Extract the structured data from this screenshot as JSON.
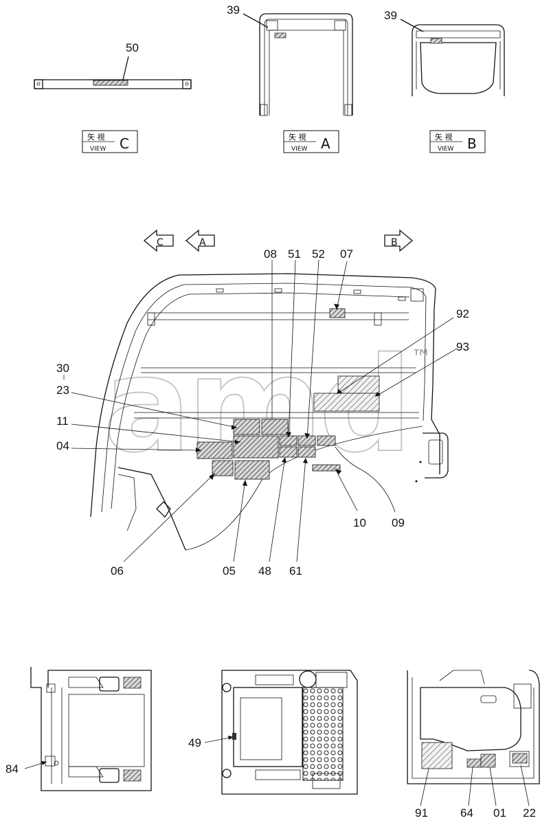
{
  "watermark": {
    "text": "amd",
    "mark": "™"
  },
  "view_boxes": [
    {
      "kanji": "矢 視",
      "word": "VIEW",
      "letter": "C"
    },
    {
      "kanji": "矢 視",
      "word": "VIEW",
      "letter": "A"
    },
    {
      "kanji": "矢 視",
      "word": "VIEW",
      "letter": "B"
    }
  ],
  "view_arrows": [
    "C",
    "A",
    "B"
  ],
  "labels": {
    "l50": "50",
    "l39a": "39",
    "l39b": "39",
    "l08": "08",
    "l51": "51",
    "l52": "52",
    "l07": "07",
    "l92": "92",
    "l93": "93",
    "l30": "30",
    "l23": "23",
    "l11": "11",
    "l04": "04",
    "l10": "10",
    "l09": "09",
    "l06": "06",
    "l05": "05",
    "l48": "48",
    "l61": "61",
    "l84": "84",
    "l49": "49",
    "l91": "91",
    "l64": "64",
    "l01": "01",
    "l22": "22"
  }
}
